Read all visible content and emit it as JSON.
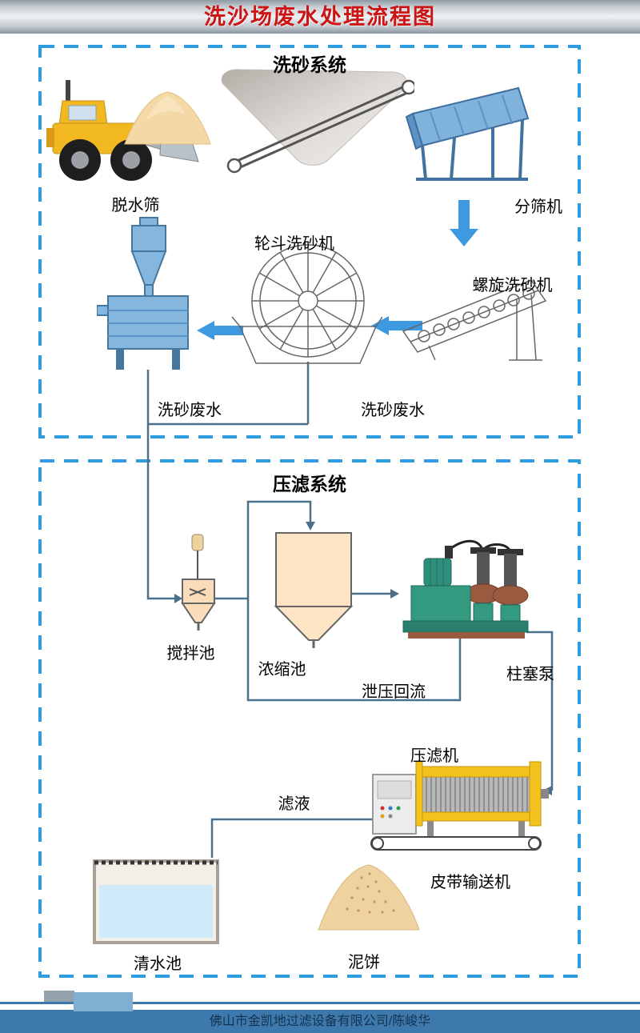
{
  "header": {
    "title": "洗沙场废水处理流程图"
  },
  "wash_system": {
    "title": "洗砂系统",
    "labels": {
      "dewatering_screen": "脱水筛",
      "screening_machine": "分筛机",
      "wheel_sand_washer": "轮斗洗砂机",
      "spiral_sand_washer": "螺旋洗砂机",
      "wastewater_left": "洗砂废水",
      "wastewater_right": "洗砂废水"
    }
  },
  "press_system": {
    "title": "压滤系统",
    "labels": {
      "mixing_tank": "搅拌池",
      "thickening_tank": "浓缩池",
      "plunger_pump": "柱塞泵",
      "pressure_relief_return": "泄压回流",
      "filter_press": "压滤机",
      "filtrate": "滤液",
      "clear_water_tank": "清水池",
      "belt_conveyor": "皮带输送机",
      "mud_cake": "泥饼"
    }
  },
  "footer": {
    "company": "佛山市金凯地过滤设备有限公司/陈峻华"
  },
  "colors": {
    "title_red": "#cc1414",
    "dashed_border_blue": "#2f9ce0",
    "flow_arrow_blue": "#3d9ae0",
    "flow_line_slate": "#4a708c",
    "footer_bar_blue": "#3e79ad"
  }
}
